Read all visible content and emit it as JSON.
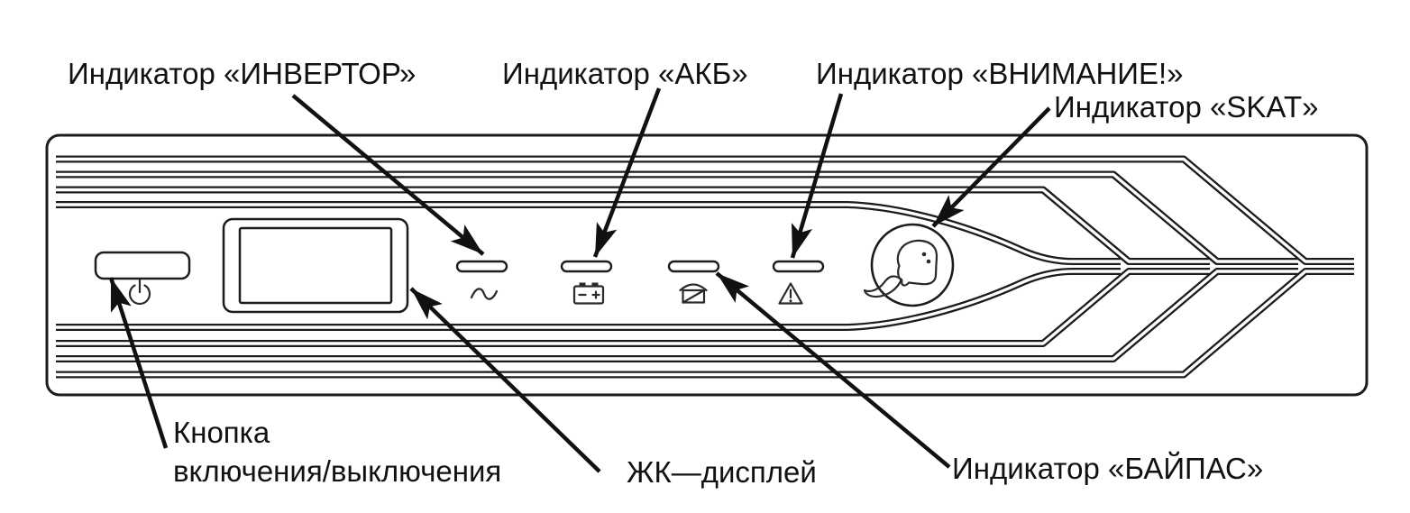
{
  "callout_labels": {
    "inverter": "Индикатор «ИНВЕРТОР»",
    "battery": "Индикатор «АКБ»",
    "attention": "Индикатор «ВНИМАНИЕ!»",
    "skat": "Индикатор «SKAT»",
    "power_button_line1": "Кнопка",
    "power_button_line2": "включения/выключения",
    "lcd_display": "ЖК—дисплей",
    "bypass": "Индикатор «БАЙПАС»"
  },
  "panel": {
    "power_button": {
      "icon": "power-icon"
    },
    "display": {
      "name": "lcd-display"
    },
    "leds": [
      {
        "label_ref": "inverter",
        "icon": "sine-wave-icon"
      },
      {
        "label_ref": "battery",
        "icon": "battery-icon"
      },
      {
        "label_ref": "bypass",
        "icon": "bypass-icon"
      },
      {
        "label_ref": "attention",
        "icon": "warning-triangle-icon"
      }
    ],
    "logo": {
      "icon": "stingray-icon",
      "brand": "SKAT"
    }
  },
  "colors": {
    "line": "#1c1c1c",
    "background": "#ffffff",
    "text": "#111111"
  }
}
